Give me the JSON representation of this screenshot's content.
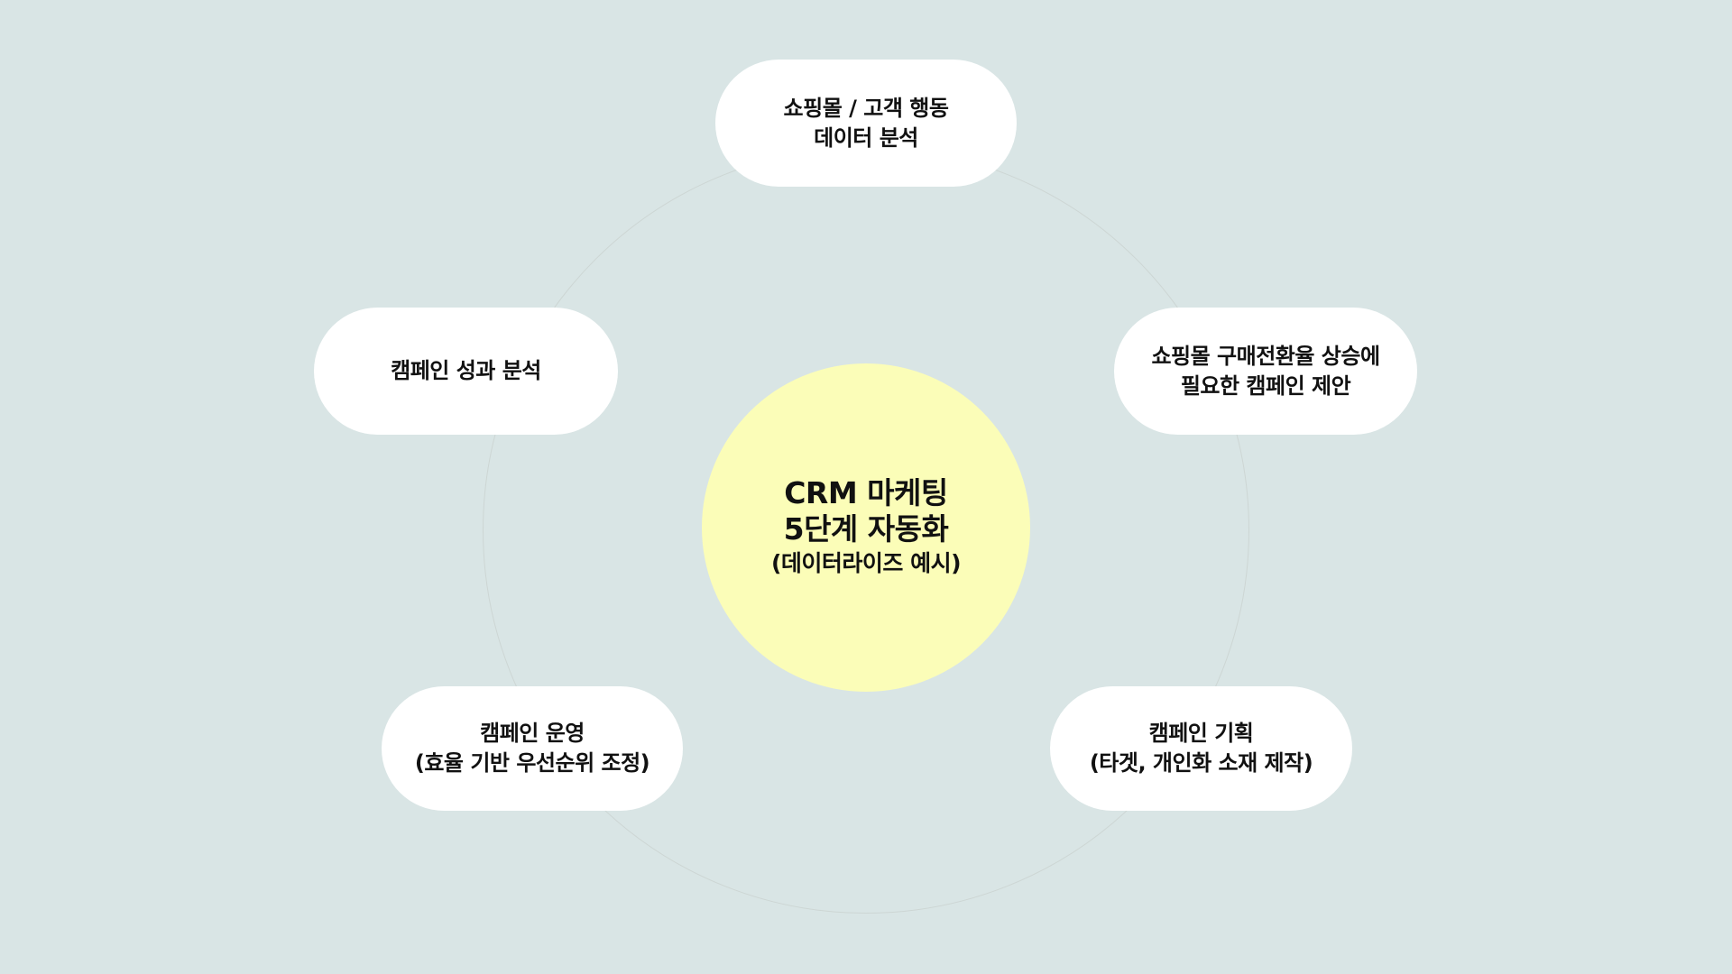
{
  "diagram": {
    "title_lines": [
      "CRM 마케팅",
      "5단계 자동화",
      "(데이터라이즈 예시)"
    ],
    "steps": [
      {
        "position": "top",
        "lines": [
          "쇼핑몰 / 고객 행동",
          "데이터 분석"
        ]
      },
      {
        "position": "right",
        "lines": [
          "쇼핑몰 구매전환율 상승에",
          "필요한 캠페인 제안"
        ]
      },
      {
        "position": "bottom-right",
        "lines": [
          "캠페인 기획",
          "(타겟, 개인화 소재 제작)"
        ]
      },
      {
        "position": "bottom-left",
        "lines": [
          "캠페인 운영",
          "(효율 기반 우선순위 조정)"
        ]
      },
      {
        "position": "left",
        "lines": [
          "캠페인 성과 분석"
        ]
      }
    ],
    "colors": {
      "background": "#d9e5e5",
      "center_fill": "#fbfdb8",
      "pill_fill": "#ffffff",
      "ring_stroke": "#cdd6d4"
    }
  }
}
